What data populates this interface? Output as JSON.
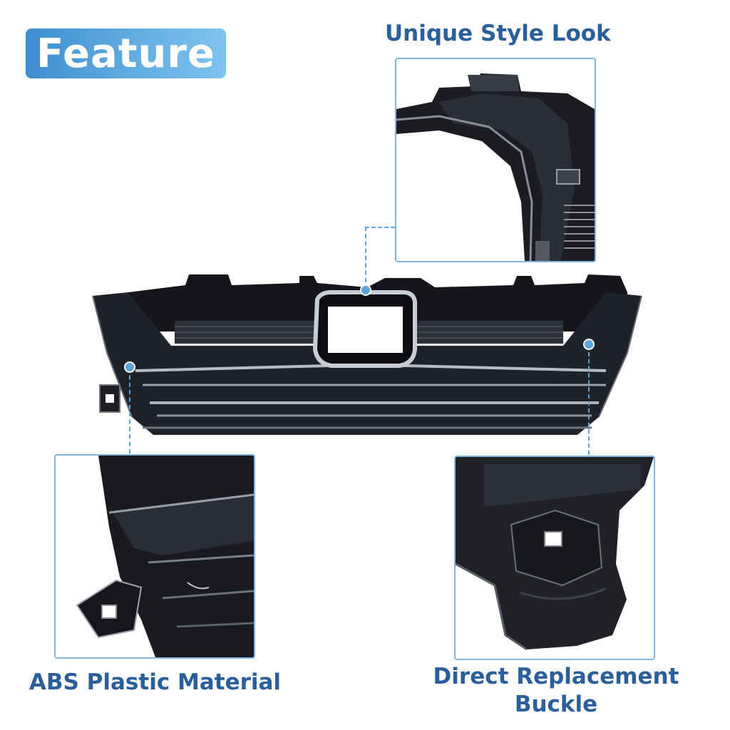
{
  "badge": {
    "label": "Feature"
  },
  "features": {
    "top": {
      "label": "Unique Style Look"
    },
    "left": {
      "label": "ABS Plastic Material"
    },
    "right": {
      "label_line1": "Direct Replacement",
      "label_line2": "Buckle"
    }
  },
  "colors": {
    "accent": "#2a5f9c",
    "badge_gradient_start": "#3e8fd0",
    "badge_gradient_end": "#7fc4ef",
    "frame_border": "#7fb7e2",
    "callout": "#5aa6dc"
  }
}
